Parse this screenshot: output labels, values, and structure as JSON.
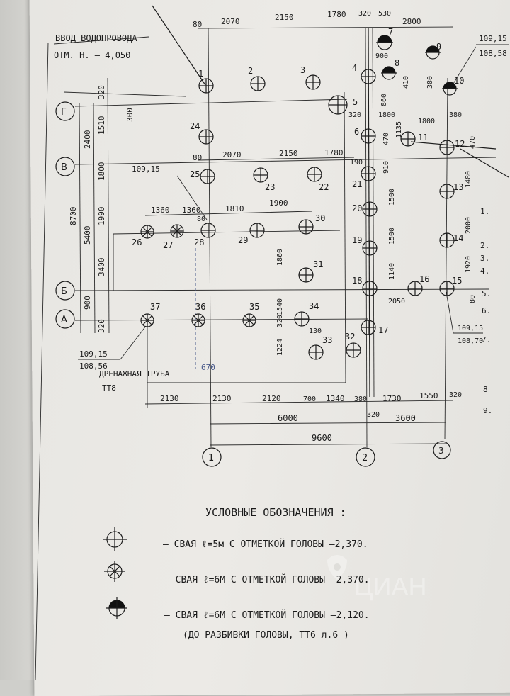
{
  "header": {
    "water_inlet_title": "ВВОД ВОДОПРОВОДА",
    "water_inlet_mark": "ОТМ. Н. – 4,050",
    "drain_title": "ДРЕНАЖНАЯ ТРУБА",
    "drain_code": "ТТ8",
    "drain_pen_note": "670"
  },
  "elevations": {
    "top_right_upper": "109,15",
    "top_right_lower": "108,58",
    "left_upper": "109,15",
    "left_lower": "108,56",
    "right_upper": "109,15",
    "right_lower": "108,70",
    "mid": "109,15"
  },
  "row_axes": [
    "Г",
    "В",
    "Б",
    "А"
  ],
  "col_axes": [
    "1",
    "2",
    "3"
  ],
  "dimensions": {
    "top_row1": [
      "80",
      "2070",
      "2150",
      "1780",
      "320",
      "530",
      "2800"
    ],
    "top_row2": [
      "80",
      "2070",
      "2150",
      "1780"
    ],
    "mid_row": [
      "1360",
      "1360",
      "80",
      "1810",
      "1900"
    ],
    "bottom_row": [
      "2130",
      "2130",
      "2120",
      "700",
      "1340",
      "380",
      "1730",
      "1550",
      "320"
    ],
    "bottom_sub": [
      "320"
    ],
    "totals": [
      "6000",
      "3600",
      "9600"
    ],
    "left_vertical": [
      "320",
      "1510",
      "2400",
      "1800",
      "8700",
      "5400",
      "1990",
      "3400",
      "900",
      "320",
      "300"
    ],
    "right_section": [
      "900",
      "410",
      "860",
      "320",
      "1800",
      "1800",
      "380",
      "380",
      "470",
      "1135",
      "470",
      "190",
      "910",
      "1500",
      "1500",
      "1140",
      "1480",
      "2000",
      "1920",
      "80",
      "2050",
      "1860",
      "1540",
      "1224",
      "320",
      "130"
    ]
  },
  "piles": [
    "1",
    "2",
    "3",
    "4",
    "5",
    "6",
    "7",
    "8",
    "9",
    "10",
    "11",
    "12",
    "13",
    "14",
    "15",
    "16",
    "17",
    "18",
    "19",
    "20",
    "21",
    "22",
    "23",
    "24",
    "25",
    "26",
    "27",
    "28",
    "29",
    "30",
    "31",
    "32",
    "33",
    "34",
    "35",
    "36",
    "37"
  ],
  "side_numbers": [
    "1.",
    "2.",
    "3.",
    "4.",
    "5.",
    "6.",
    "7.",
    "8",
    "9."
  ],
  "legend": {
    "title": "УСЛОВНЫЕ ОБОЗНАЧЕНИЯ :",
    "item1": "— СВАЯ  ℓ=5м  С ОТМЕТКОЙ ГОЛОВЫ –2,370.",
    "item2": "— СВАЯ  ℓ=6М  С ОТМЕТКОЙ ГОЛОВЫ –2,370.",
    "item3": "— СВАЯ  ℓ=6М  С ОТМЕТКОЙ ГОЛОВЫ –2,120.",
    "item3_note": "(ДО РАЗБИВКИ ГОЛОВЫ, ТТ6 л.6 )"
  },
  "watermark": "ЦИАН",
  "colors": {
    "ink": "#1c1c1c",
    "paper": "#e9e8e4",
    "pen_blue": "#4a5a8a"
  }
}
